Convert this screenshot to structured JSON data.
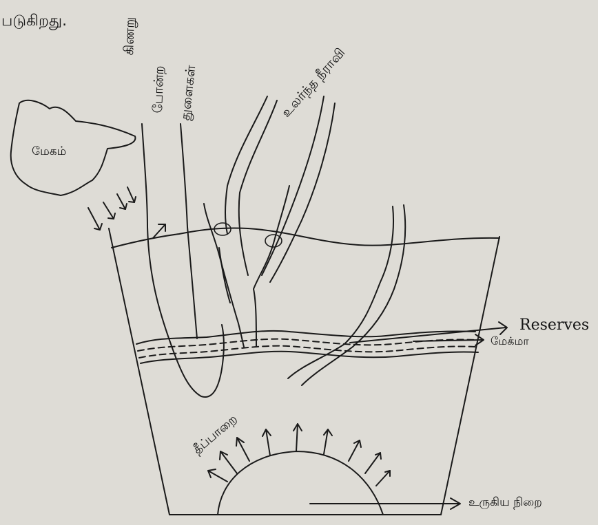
{
  "caption_fragment": "படுகிறது.",
  "labels": {
    "cloud": "மேகம்",
    "well_like_holes_line1": "கிணறு",
    "well_like_holes_line2": "போன்ற",
    "well_like_holes_line3": "துளைகள்",
    "dry_steam": "உலர்ந்த நீராவி",
    "reserves": "Reserves",
    "cap_rock": "மேக்மா",
    "hot_rock": "தீப்பாறை",
    "molten_rock": "உருகிய நிறை"
  }
}
